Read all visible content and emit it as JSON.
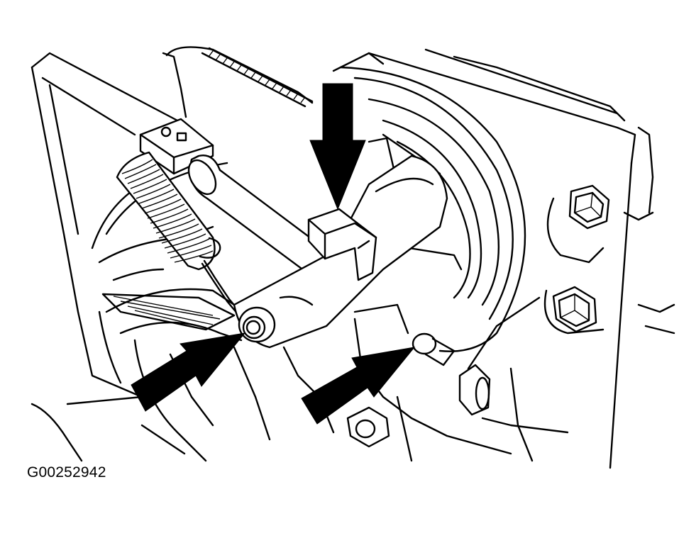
{
  "figure": {
    "id_label": "G00252942",
    "callout_arrows": [
      "pin-arrow",
      "spring-hook-arrow",
      "pivot-hole-arrow"
    ],
    "colors": {
      "ink": "#000000",
      "paper": "#ffffff"
    }
  }
}
